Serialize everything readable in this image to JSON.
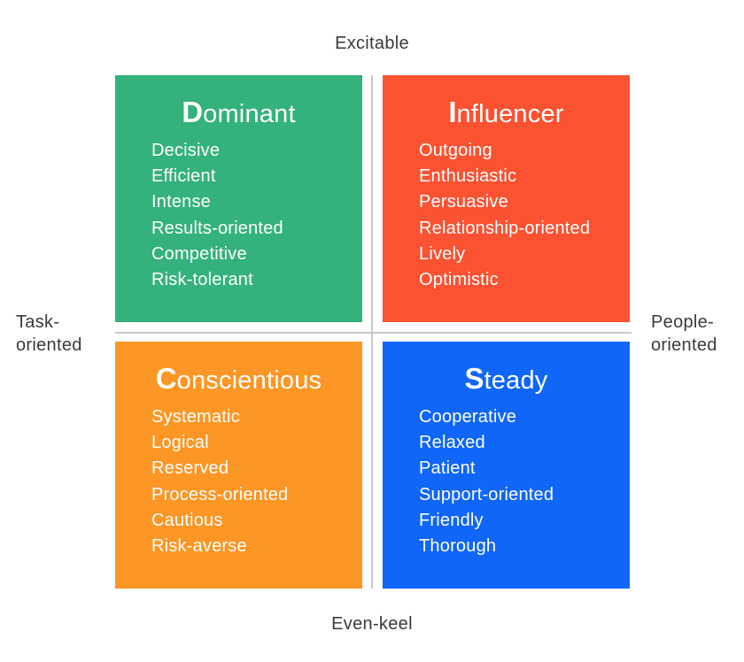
{
  "axes": {
    "top": "Excitable",
    "bottom": "Even-keel",
    "left": "Task-\noriented",
    "right": "People-\noriented"
  },
  "quadrants": {
    "dominant": {
      "initial": "D",
      "rest": "ominant",
      "color": "#34b27b",
      "traits": [
        "Decisive",
        "Efficient",
        "Intense",
        "Results-oriented",
        "Competitive",
        "Risk-tolerant"
      ]
    },
    "influencer": {
      "initial": "I",
      "rest": "nfluencer",
      "color": "#fb5232",
      "traits": [
        "Outgoing",
        "Enthusiastic",
        "Persuasive",
        "Relationship-oriented",
        "Lively",
        "Optimistic"
      ]
    },
    "conscientious": {
      "initial": "C",
      "rest": "onscientious",
      "color": "#fc9624",
      "traits": [
        "Systematic",
        "Logical",
        "Reserved",
        "Process-oriented",
        "Cautious",
        "Risk-averse"
      ]
    },
    "steady": {
      "initial": "S",
      "rest": "teady",
      "color": "#0f66f9",
      "traits": [
        "Cooperative",
        "Relaxed",
        "Patient",
        "Support-oriented",
        "Friendly",
        "Thorough"
      ]
    }
  }
}
